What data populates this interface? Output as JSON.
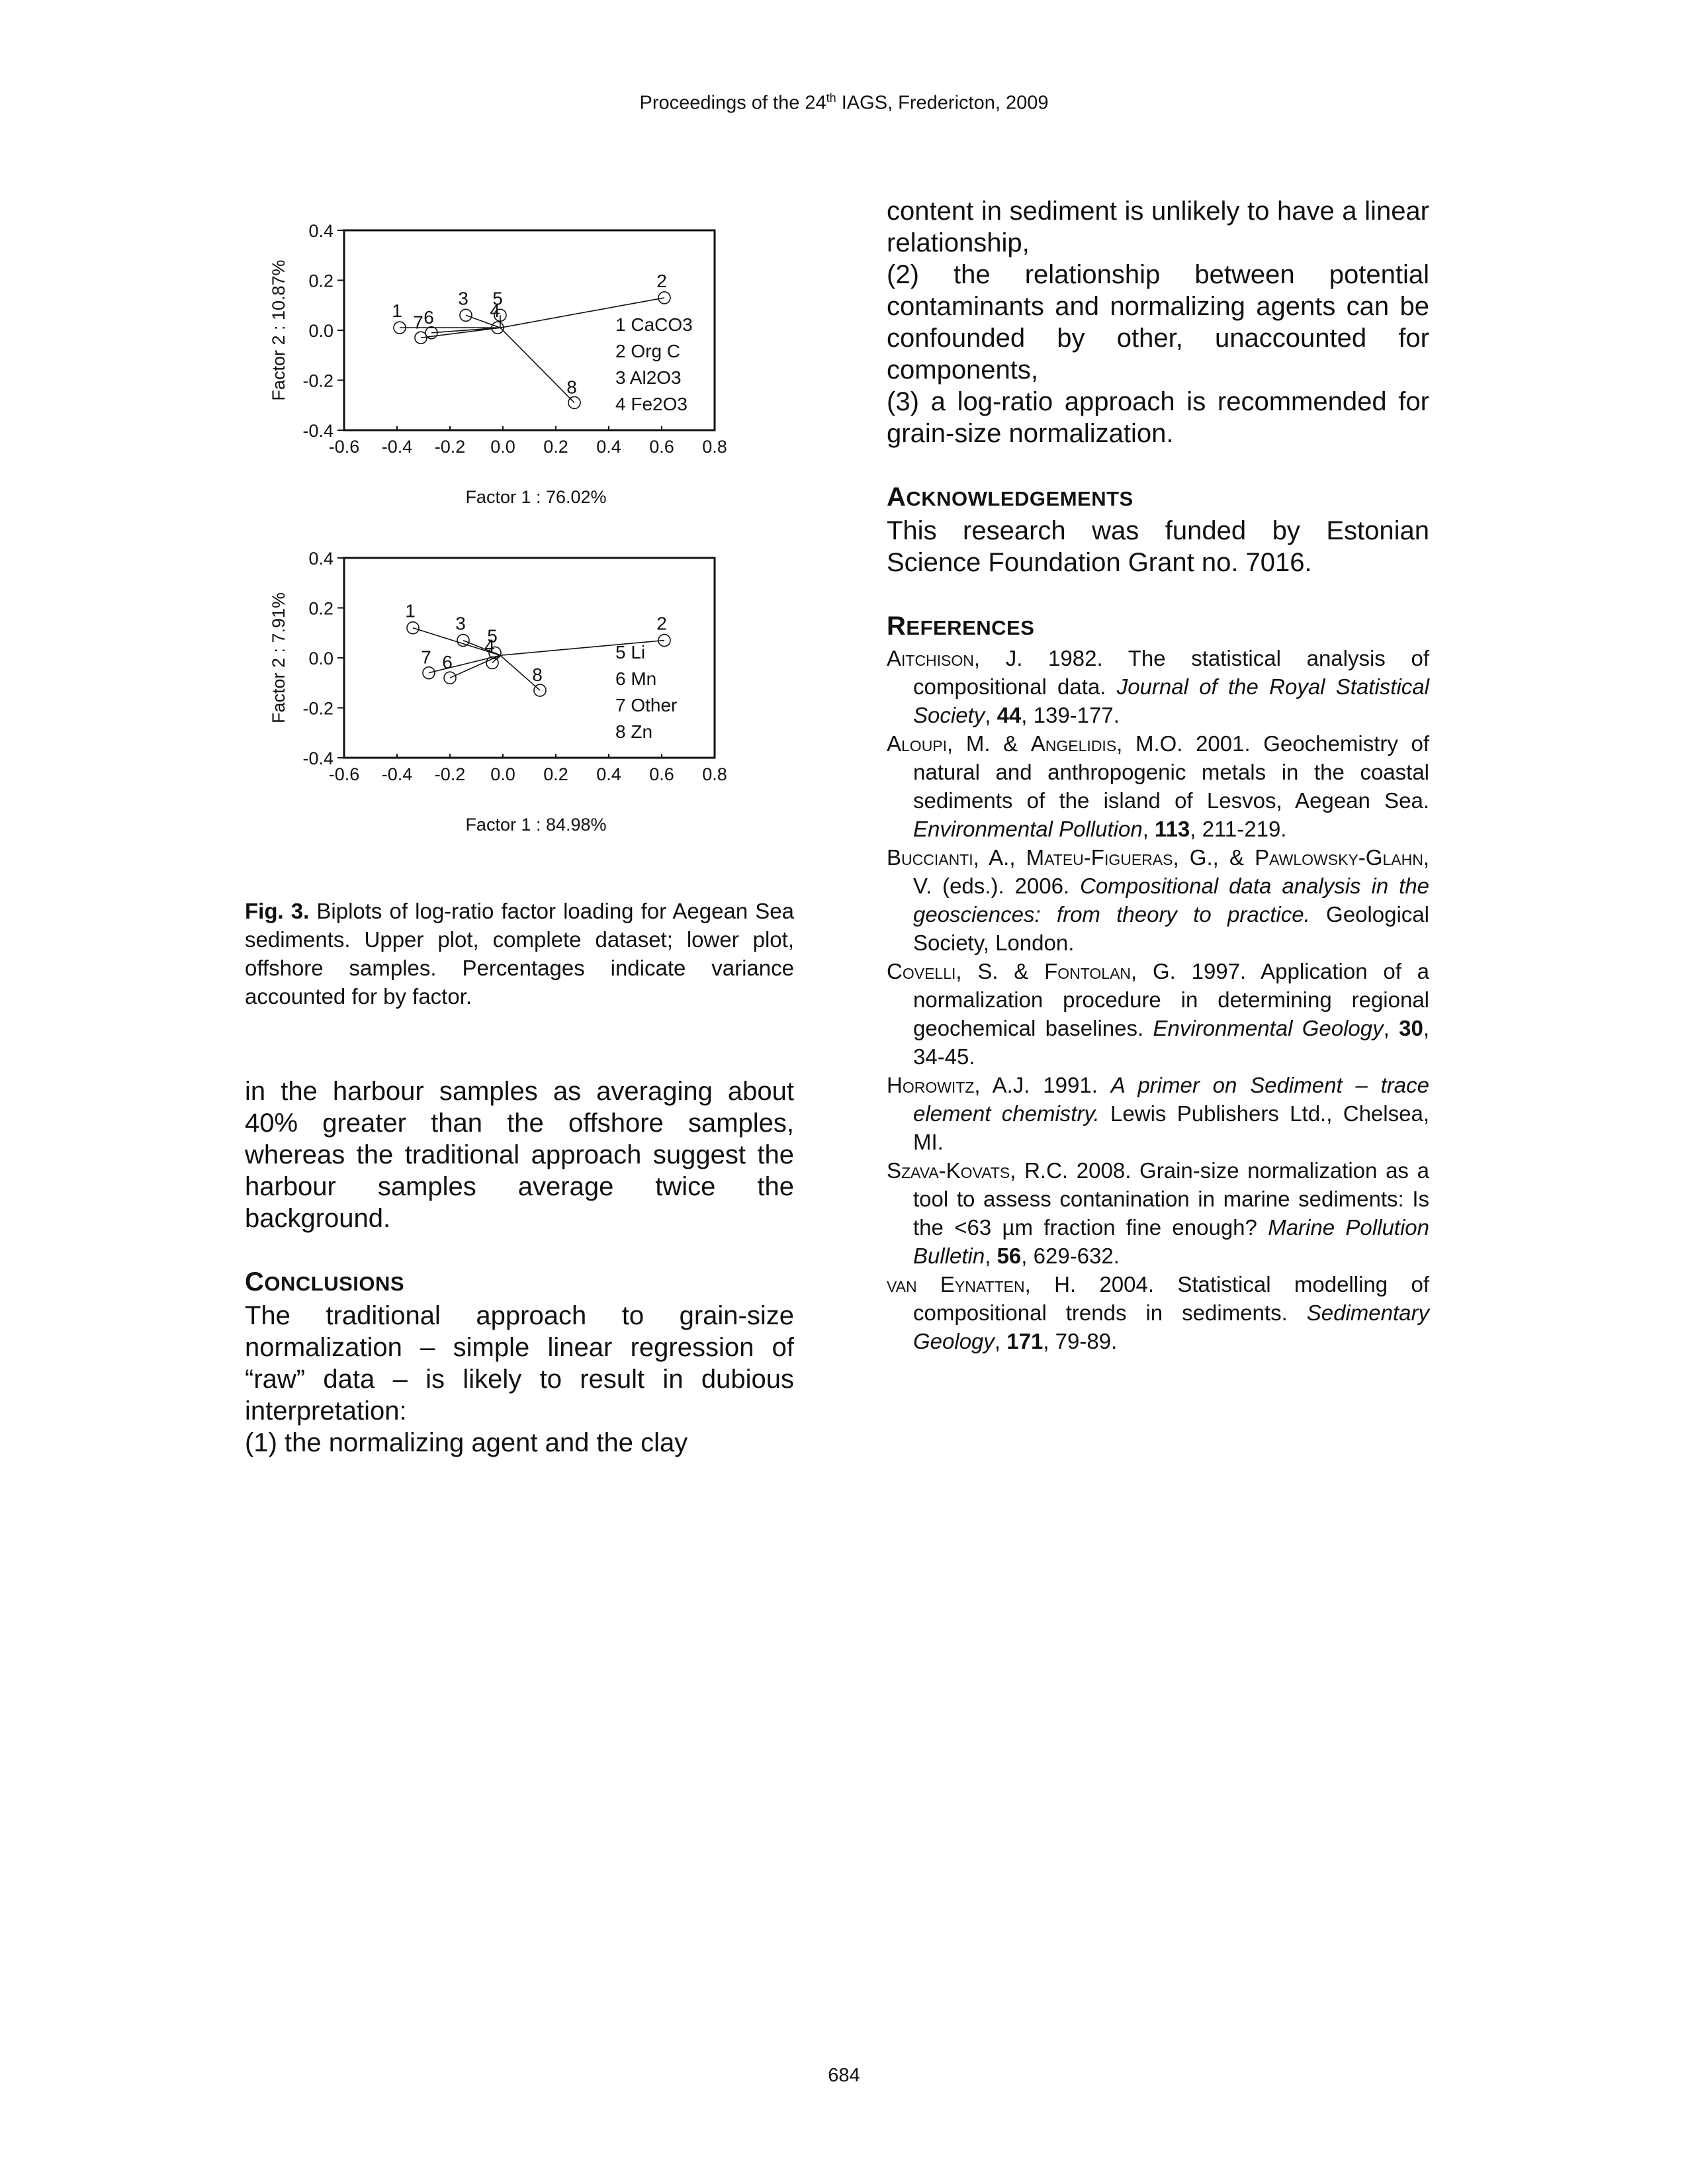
{
  "header": {
    "prefix": "Proceedings of the 24",
    "sup": "th",
    "suffix": " IAGS, Fredericton, 2009"
  },
  "chart_data": [
    {
      "type": "scatter",
      "subtype": "biplot",
      "xlabel": "Factor 1 : 76.02%",
      "ylabel": "Factor 2 : 10.87%",
      "xlim": [
        -0.6,
        0.8
      ],
      "ylim": [
        -0.4,
        0.4
      ],
      "xticks": [
        "-0.6",
        "-0.4",
        "-0.2",
        "0.0",
        "0.2",
        "0.4",
        "0.6",
        "0.8"
      ],
      "yticks": [
        "0.4",
        "0.2",
        "0.0",
        "-0.2",
        "-0.4"
      ],
      "origin": {
        "x": -0.01,
        "y": 0.01
      },
      "points": [
        {
          "label": "1",
          "x": -0.39,
          "y": 0.01
        },
        {
          "label": "2",
          "x": 0.61,
          "y": 0.13
        },
        {
          "label": "3",
          "x": -0.14,
          "y": 0.06
        },
        {
          "label": "4",
          "x": -0.02,
          "y": 0.01
        },
        {
          "label": "5",
          "x": -0.01,
          "y": 0.06
        },
        {
          "label": "6",
          "x": -0.27,
          "y": -0.01
        },
        {
          "label": "7",
          "x": -0.31,
          "y": -0.03
        },
        {
          "label": "8",
          "x": 0.27,
          "y": -0.29
        }
      ],
      "legend": [
        "1 CaCO3",
        "2 Org C",
        "3 Al2O3",
        "4 Fe2O3"
      ]
    },
    {
      "type": "scatter",
      "subtype": "biplot",
      "xlabel": "Factor 1 : 84.98%",
      "ylabel": "Factor 2 : 7.91%",
      "xlim": [
        -0.6,
        0.8
      ],
      "ylim": [
        -0.4,
        0.4
      ],
      "xticks": [
        "-0.6",
        "-0.4",
        "-0.2",
        "0.0",
        "0.2",
        "0.4",
        "0.6",
        "0.8"
      ],
      "yticks": [
        "0.4",
        "0.2",
        "0.0",
        "-0.2",
        "-0.4"
      ],
      "origin": {
        "x": -0.01,
        "y": 0.01
      },
      "points": [
        {
          "label": "1",
          "x": -0.34,
          "y": 0.12
        },
        {
          "label": "2",
          "x": 0.61,
          "y": 0.07
        },
        {
          "label": "3",
          "x": -0.15,
          "y": 0.07
        },
        {
          "label": "4",
          "x": -0.04,
          "y": -0.02
        },
        {
          "label": "5",
          "x": -0.03,
          "y": 0.02
        },
        {
          "label": "6",
          "x": -0.2,
          "y": -0.08
        },
        {
          "label": "7",
          "x": -0.28,
          "y": -0.06
        },
        {
          "label": "8",
          "x": 0.14,
          "y": -0.13
        }
      ],
      "legend": [
        "5 Li",
        "6 Mn",
        "7 Other",
        "8 Zn"
      ]
    }
  ],
  "caption": {
    "label": "Fig. 3.",
    "text": " Biplots of log-ratio factor loading for Aegean Sea sediments. Upper plot, complete dataset; lower plot, offshore samples. Percentages indicate variance accounted for by factor."
  },
  "left_col": {
    "para1": "in the harbour samples as averaging about 40% greater than the offshore samples, whereas the traditional approach suggest the harbour samples average twice the background.",
    "conclusions_head_big": "C",
    "conclusions_head_small": "ONCLUSIONS",
    "para2": "The traditional approach to grain-size normalization – simple linear regression of “raw” data – is likely to result in dubious interpretation:",
    "para3": "(1) the normalizing agent and the clay"
  },
  "right_col": {
    "para1": "content in sediment is unlikely to have a linear relationship,",
    "para2": "(2) the relationship between potential contaminants and normalizing agents can be confounded by other, unaccounted for components,",
    "para3": "(3) a log-ratio approach is recommended for grain-size normalization.",
    "ack_head_big": "A",
    "ack_head_small": "CKNOWLEDGEMENTS",
    "ack_text": "This research was funded by Estonian Science Foundation Grant no. 7016.",
    "ref_head_big": "R",
    "ref_head_small": "EFERENCES"
  },
  "references": [
    {
      "authors": "Aitchison",
      "rest": ", J. 1982. The statistical analysis of compositional data. ",
      "journal": "Journal of the Royal Statistical Society",
      "vol": "44",
      "pages": ", 139-177."
    },
    {
      "authors": "Aloupi",
      "rest": ", M. & ",
      "authors2": "Angelidis",
      "rest2": ", M.O. 2001. Geochemistry of natural and anthropogenic metals in the coastal sediments of the island of Lesvos, Aegean Sea. ",
      "journal": "Environmental Pollution",
      "vol": "113",
      "pages": ", 211-219."
    },
    {
      "authors": "Buccianti",
      "rest": ", A., ",
      "authors2": "Mateu-Figueras",
      "rest2": ", G., & ",
      "authors3": "Pawlowsky-Glahn",
      "rest3": ", V. (eds.). 2006. ",
      "journal": "Compositional data analysis in the geosciences: from theory to practice.",
      "pages": " Geological Society, London."
    },
    {
      "authors": "Covelli",
      "rest": ", S. & ",
      "authors2": "Fontolan",
      "rest2": ", G. 1997. Application of a normalization procedure in determining regional geochemical baselines. ",
      "journal": "Environmental Geology",
      "vol": "30",
      "pages": ", 34-45."
    },
    {
      "authors": "Horowitz",
      "rest": ", A.J. 1991. ",
      "journal": "A primer on Sediment – trace element chemistry.",
      "pages": " Lewis Publishers Ltd., Chelsea, MI."
    },
    {
      "authors": "Szava-Kovats",
      "rest": ", R.C. 2008. Grain-size normalization as a tool to assess contanination in marine sediments: Is the <63 µm fraction fine enough? ",
      "journal": "Marine Pollution Bulletin",
      "vol": "56",
      "pages": ", 629-632."
    },
    {
      "authors": "van Eynatten",
      "rest": ", H. 2004. Statistical modelling of compositional trends in sediments. ",
      "journal": "Sedimentary Geology",
      "vol": "171",
      "pages": ", 79-89."
    }
  ],
  "page_number": "684"
}
